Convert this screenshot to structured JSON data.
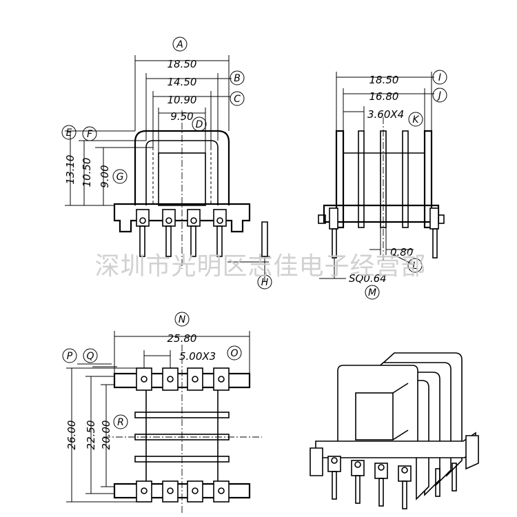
{
  "watermark": "深圳市光明区志佳电子经营部",
  "colors": {
    "ink": "#000000",
    "watermark": "#c9c9c9",
    "background": "#ffffff"
  },
  "front_view": {
    "A": {
      "letter": "A",
      "value": "18.50"
    },
    "B": {
      "letter": "B",
      "value": "14.50"
    },
    "C": {
      "letter": "C",
      "value": "10.90"
    },
    "D": {
      "letter": "D",
      "value": "9.50"
    },
    "E": {
      "letter": "E",
      "value": "13.10"
    },
    "F": {
      "letter": "F",
      "value": "10.50"
    },
    "G": {
      "letter": "G",
      "value": "9.00"
    },
    "H": {
      "letter": "H"
    }
  },
  "side_view": {
    "I": {
      "letter": "I",
      "value": "18.50"
    },
    "J": {
      "letter": "J",
      "value": "16.80"
    },
    "K": {
      "letter": "K",
      "value": "3.60X4"
    },
    "L": {
      "letter": "L",
      "value": "0.80"
    },
    "M": {
      "letter": "M",
      "value": "SQ0.64"
    }
  },
  "bottom_view": {
    "N": {
      "letter": "N",
      "value": "25.80"
    },
    "O": {
      "letter": "O",
      "value": "5.00X3"
    },
    "P": {
      "letter": "P",
      "value": "26.00"
    },
    "Q": {
      "letter": "Q",
      "value": "22.50"
    },
    "R": {
      "letter": "R",
      "value": "20.00"
    }
  }
}
